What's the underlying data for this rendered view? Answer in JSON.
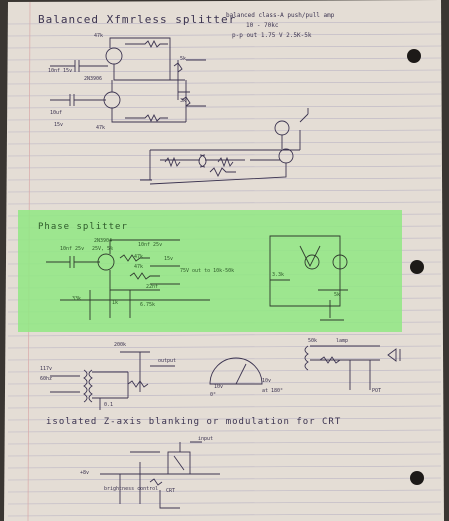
{
  "page": {
    "title_top": "Balanced Xfmrless splitter",
    "title_right": "balanced class-A push/pull amp",
    "freq_range": "10 - 70kc",
    "pp_out": "p-p out 1.75 V  2.5K-5k",
    "title_phase": "Phase splitter",
    "title_zaxis": "isolated Z-axis blanking or modulation for CRT"
  },
  "labels_top": {
    "r_47k_top": "47k",
    "cap_10nf": "10nf 15v",
    "transistor": "2N3906",
    "r_47k_bottom": "47k",
    "cap_10uf": "10uf",
    "v_15": "15v",
    "r_5k": "5k",
    "r_3k": "3k"
  },
  "labels_phase": {
    "transistor": "2N3904",
    "cap_in": "10nf 25v",
    "gain": "25V, 5%",
    "cap_out": "10nf 25v",
    "r_47k": "47k",
    "r_47k_2": "47k",
    "v_in": "15v",
    "out": "75V out to 10k-50k",
    "r_33k": "33k",
    "r_1k": "1k",
    "r_6_75k": "6.75k",
    "cap_22": "22nf",
    "r_33k_right": "3.3k",
    "r_50k": "5k"
  },
  "labels_bottom": {
    "v_117": "117v",
    "hz_60": "60hz",
    "r_200k": "200k",
    "output": "output",
    "cap_01": "0.1",
    "v10_a": "10v",
    "v10_b": "10v",
    "deg_0": "0°",
    "deg_180": "at 180°",
    "r_50k": "50k",
    "lamp": "lamp",
    "pot": "POT",
    "v_plus": "+8v",
    "input": "input",
    "brightness": "brightness control",
    "crt": "CRT"
  }
}
